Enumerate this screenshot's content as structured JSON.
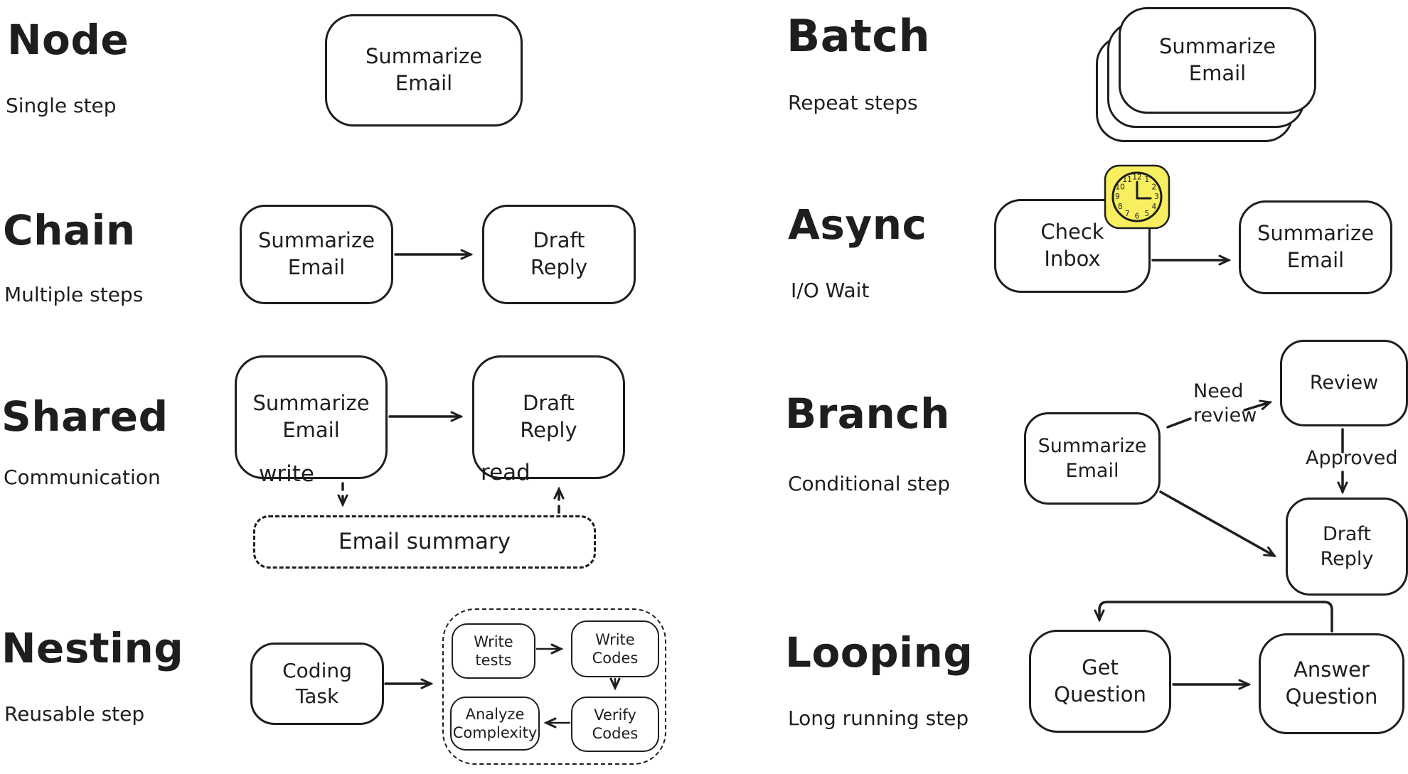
{
  "ink_color": "#1e1e1e",
  "clock_color": "#f7ef5f",
  "sections": {
    "node": {
      "title": "Node",
      "subtitle": "Single step",
      "steps": {
        "summarize": "Summarize\nEmail"
      }
    },
    "chain": {
      "title": "Chain",
      "subtitle": "Multiple steps",
      "steps": {
        "summarize": "Summarize\nEmail",
        "draft": "Draft\nReply"
      }
    },
    "shared": {
      "title": "Shared",
      "subtitle": "Communication",
      "steps": {
        "summarize": "Summarize\nEmail",
        "draft": "Draft\nReply",
        "store": "Email summary"
      },
      "labels": {
        "write": "write",
        "read": "read"
      }
    },
    "nesting": {
      "title": "Nesting",
      "subtitle": "Reusable step",
      "steps": {
        "coding": "Coding\nTask",
        "write_tests": "Write\ntests",
        "write_codes": "Write\nCodes",
        "analyze": "Analyze\nComplexity",
        "verify": "Verify\nCodes"
      }
    },
    "batch": {
      "title": "Batch",
      "subtitle": "Repeat steps",
      "steps": {
        "summarize": "Summarize\nEmail"
      }
    },
    "async": {
      "title": "Async",
      "subtitle": "I/O Wait",
      "steps": {
        "check": "Check\nInbox",
        "summarize": "Summarize\nEmail"
      },
      "clock_numbers": [
        "1",
        "2",
        "3",
        "4",
        "5",
        "6",
        "7",
        "8",
        "9",
        "10",
        "11",
        "12"
      ]
    },
    "branch": {
      "title": "Branch",
      "subtitle": "Conditional step",
      "steps": {
        "summarize": "Summarize\nEmail",
        "review": "Review",
        "draft": "Draft\nReply"
      },
      "labels": {
        "need_review": "Need\nreview",
        "approved": "Approved"
      }
    },
    "looping": {
      "title": "Looping",
      "subtitle": "Long running step",
      "steps": {
        "get": "Get\nQuestion",
        "answer": "Answer\nQuestion"
      }
    }
  }
}
